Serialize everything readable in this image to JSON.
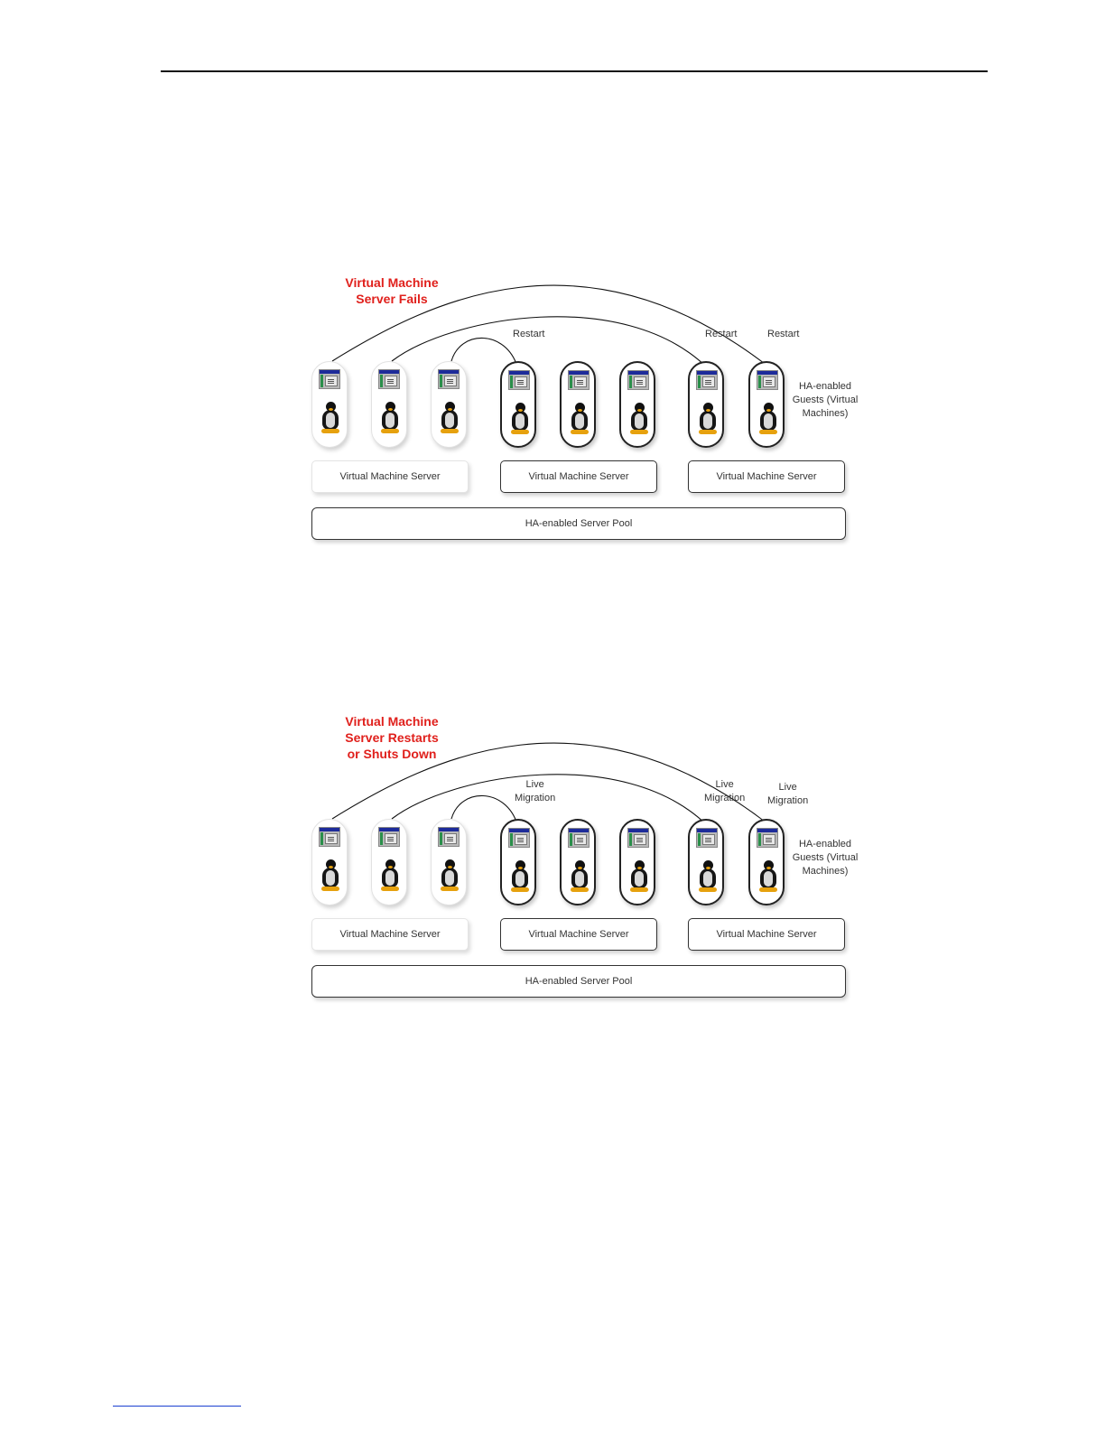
{
  "diagram_restart": {
    "title": "Virtual Machine\nServer Fails",
    "labels": [
      "Restart",
      "Restart",
      "Restart"
    ],
    "guests_label": "HA-enabled\nGuests (Virtual\nMachines)",
    "servers": [
      "Virtual Machine Server",
      "Virtual Machine Server",
      "Virtual Machine Server"
    ],
    "pool": "HA-enabled Server Pool"
  },
  "diagram_migration": {
    "title": "Virtual Machine\nServer Restarts\nor Shuts Down",
    "labels": [
      "Live\nMigration",
      "Live\nMigration",
      "Live\nMigration"
    ],
    "guests_label": "HA-enabled\nGuests (Virtual\nMachines)",
    "servers": [
      "Virtual Machine Server",
      "Virtual Machine Server",
      "Virtual Machine Server"
    ],
    "pool": "HA-enabled Server Pool"
  },
  "icons": {
    "vm": "vm-window-icon",
    "guest_os": "linux-penguin-icon"
  }
}
